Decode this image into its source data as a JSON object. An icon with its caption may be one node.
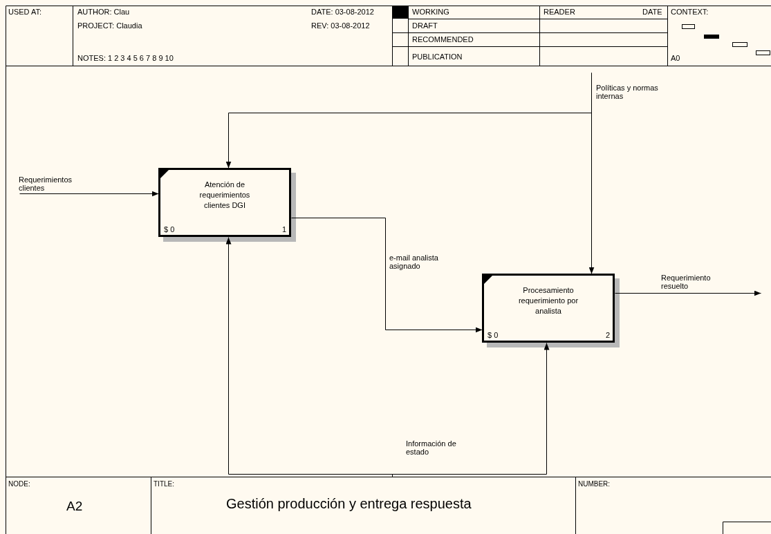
{
  "diagram": {
    "title": "Gestión producción y entrega respuesta",
    "nodes": [
      {
        "text": [
          "Atención de requerimientos clientes DGI",
          "$ 0",
          "1"
        ]
      },
      {
        "text": [
          "Procesamiento requerimiento por analista",
          "$ 0",
          "2"
        ]
      }
    ],
    "edges": [
      {
        "from": null,
        "to": 0,
        "arrow": "to",
        "label": "Requerimientos clientes"
      },
      {
        "from": null,
        "to": 1,
        "arrow": "to",
        "label": "Políticas y normas internas"
      },
      {
        "from": null,
        "to": 0,
        "arrow": "to"
      },
      {
        "from": 0,
        "to": 1,
        "arrow": "to",
        "label": "e-mail analista asignado"
      },
      {
        "from": 1,
        "to": null,
        "arrow": "to",
        "label": "Requerimiento resuelto"
      },
      {
        "from": null,
        "to": 0,
        "arrow": "to"
      },
      {
        "from": null,
        "to": 1,
        "arrow": "to",
        "label": "Información de estado"
      }
    ],
    "labels": [
      "USED AT:",
      "AUTHOR:  Clau",
      "DATE: 03-08-2012",
      "WORKING",
      "READER",
      "DATE",
      "CONTEXT:",
      "PROJECT:  Claudia",
      "REV:  03-08-2012",
      "DRAFT",
      "RECOMMENDED",
      "NOTES:  1  2  3  4  5  6  7  8  9  10",
      "PUBLICATION",
      "A0",
      "NODE:",
      "TITLE:",
      "NUMBER:",
      "A2"
    ]
  }
}
